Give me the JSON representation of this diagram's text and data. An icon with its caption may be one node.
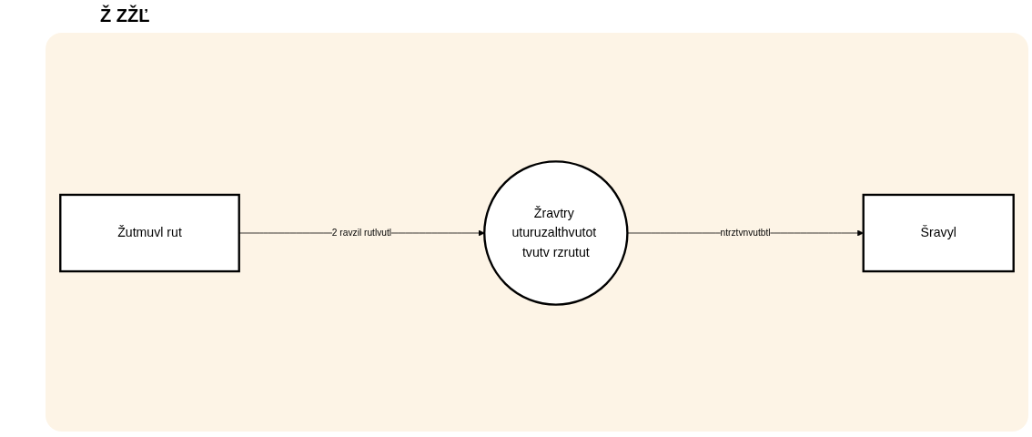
{
  "diagram": {
    "title": "Ž ZŽĽ",
    "nodes": [
      {
        "text": [
          "Žutmuvl rut"
        ]
      },
      {
        "text": [
          "Žravtry uturuzalthvutot tvutv rzrutut"
        ]
      },
      {
        "text": [
          "Šravyl"
        ]
      }
    ],
    "edges": [
      {
        "from": 0,
        "to": 1,
        "arrow": "to",
        "label": "2 ravzil rutlvutl"
      },
      {
        "from": 1,
        "to": 2,
        "arrow": "to",
        "label": "ntrztvnvutbtl"
      }
    ]
  }
}
